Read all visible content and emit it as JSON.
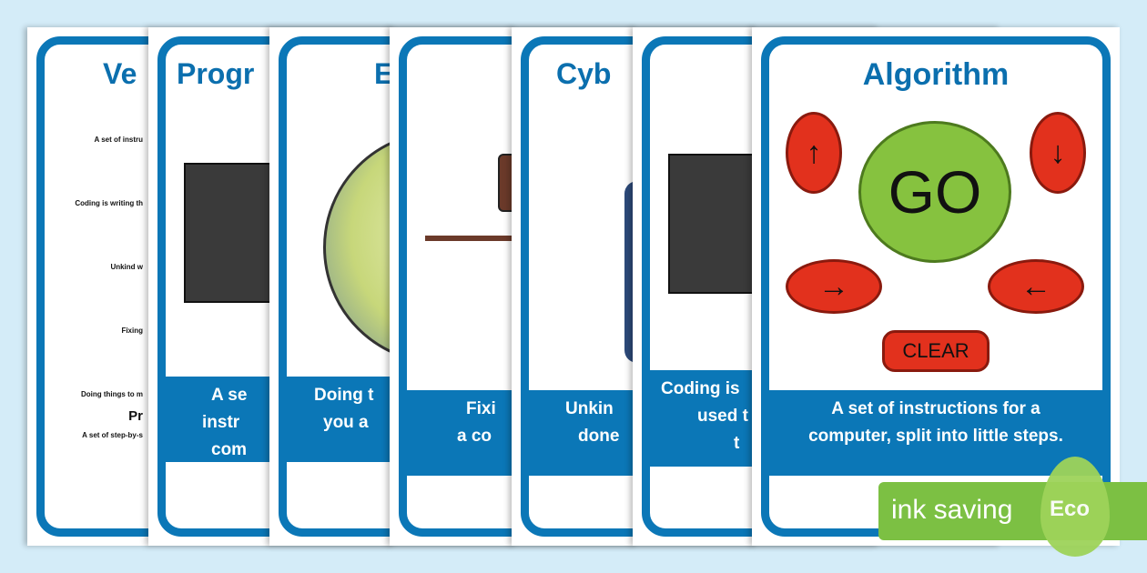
{
  "cards": [
    {
      "title": "Ve",
      "list": [
        "A set of instru",
        "Coding is writing th",
        "Unkind w",
        "Fixing",
        "Doing things to m"
      ],
      "subheading": "Pr",
      "subtext": "A set of step-by-s"
    },
    {
      "title": "Progr",
      "text": [
        "A se",
        "instr",
        "com"
      ]
    },
    {
      "title": "E",
      "text": [
        "Doing t",
        "you a"
      ]
    },
    {
      "title": "",
      "text": [
        "Fixi",
        "a co"
      ]
    },
    {
      "title": "Cyb",
      "text": [
        "Unkin",
        "done"
      ]
    },
    {
      "title": "",
      "text": [
        "Coding is",
        "used t",
        "t"
      ]
    },
    {
      "title": "Algorithm",
      "text": [
        "A set of instructions for a",
        "computer, split into little steps."
      ],
      "go_label": "GO",
      "clear_label": "CLEAR"
    }
  ],
  "badge": {
    "label": "ink saving",
    "leaf_label": "Eco"
  },
  "colors": {
    "background": "#d4ecf8",
    "frame_blue": "#0b77b7",
    "button_red": "#e2311d",
    "go_green": "#86c23f",
    "badge_green": "#7cc043"
  }
}
